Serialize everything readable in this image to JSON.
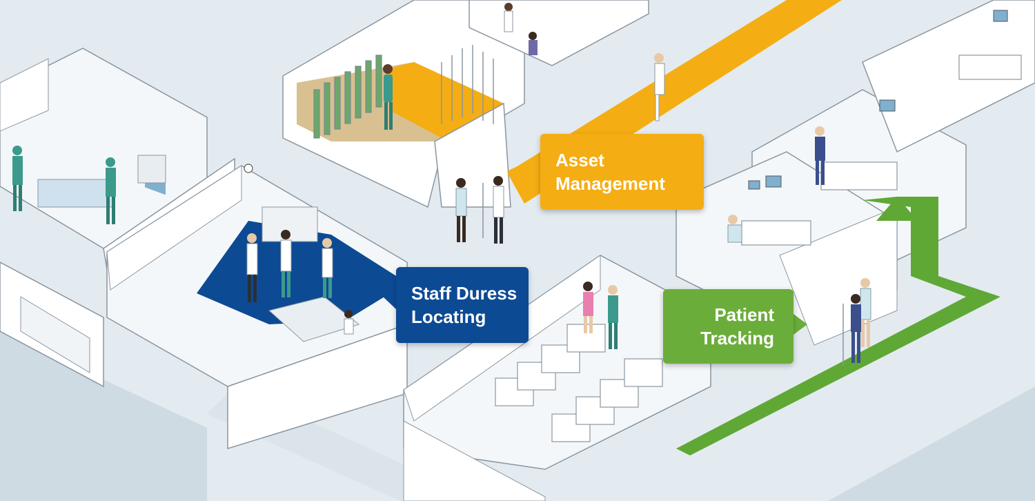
{
  "callouts": {
    "asset": {
      "lines": [
        "Asset",
        "Management"
      ],
      "color": "#f5ad14"
    },
    "staff": {
      "lines": [
        "Staff Duress",
        "Locating"
      ],
      "color": "#0d4a94"
    },
    "patient": {
      "lines": [
        "Patient",
        "Tracking"
      ],
      "color": "#6bad3a"
    }
  },
  "colors": {
    "asset_path": "#f5ad14",
    "staff_zone": "#0d4a94",
    "patient_path": "#5fa836",
    "wall": "#ffffff",
    "wall_edge": "#8a95a0",
    "floor": "#f4f7f9",
    "background": "#e3ebf0"
  },
  "icons": [
    "person-icon",
    "iv-pole-icon",
    "oxygen-tank-icon",
    "hospital-bed-icon",
    "bassinet-icon",
    "monitor-icon",
    "clock-icon"
  ]
}
